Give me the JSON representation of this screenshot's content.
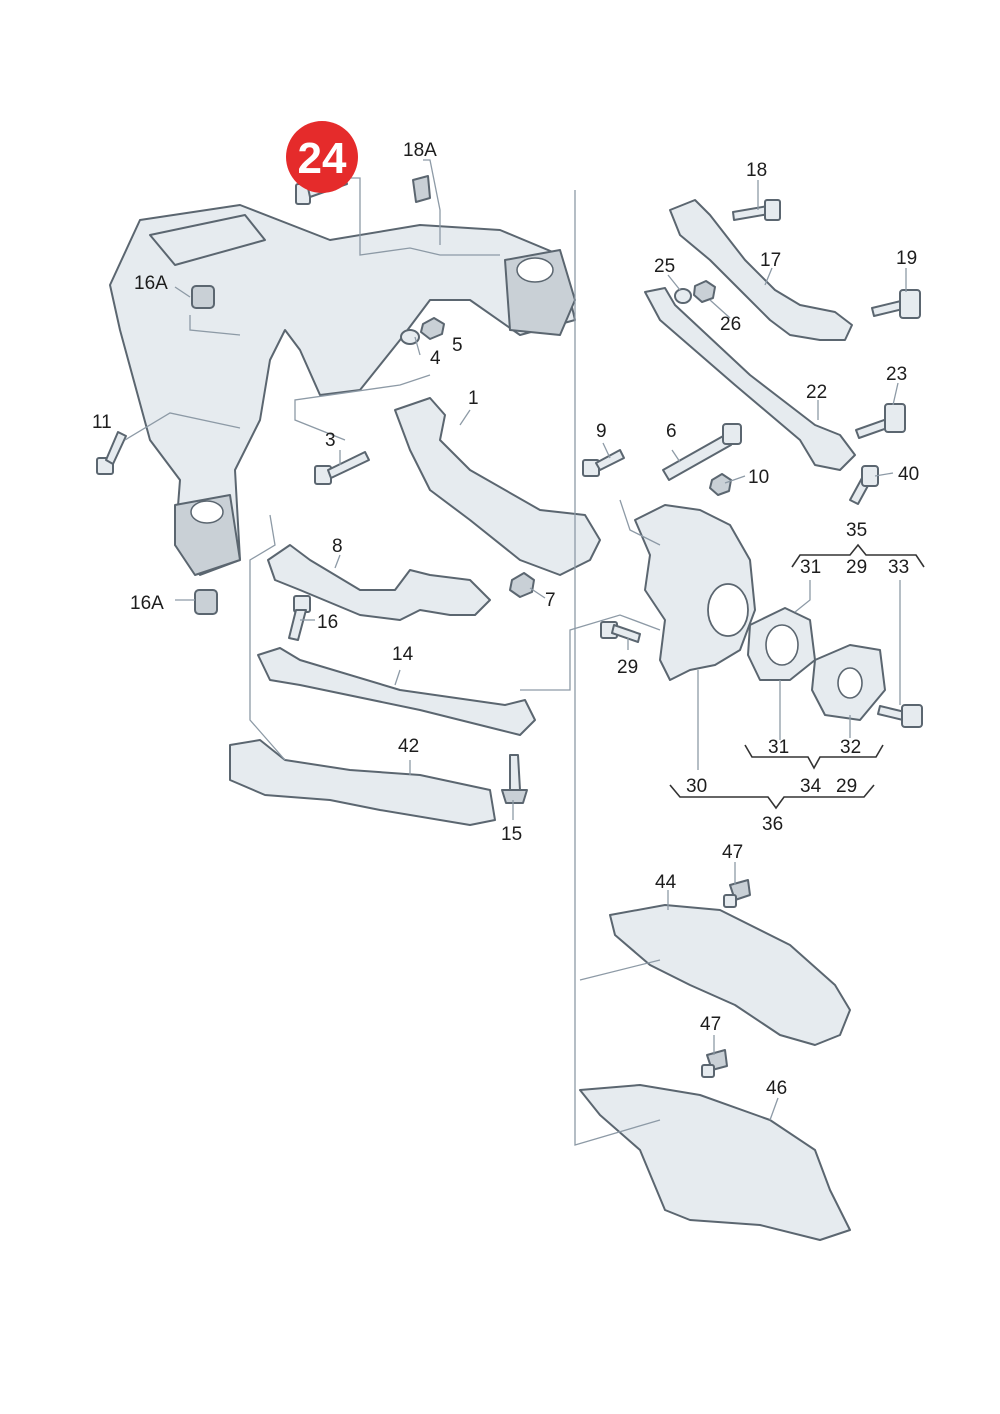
{
  "highlight": {
    "label": "24",
    "color": "#e52b2b"
  },
  "callouts": {
    "c18A": "18A",
    "c16A_top": "16A",
    "c16A_bottom": "16A",
    "c11": "11",
    "c3": "3",
    "c4": "4",
    "c5": "5",
    "c1": "1",
    "c9": "9",
    "c6": "6",
    "c10": "10",
    "c8": "8",
    "c7": "7",
    "c16": "16",
    "c14": "14",
    "c42": "42",
    "c15": "15",
    "c18": "18",
    "c17": "17",
    "c19": "19",
    "c25": "25",
    "c26": "26",
    "c22": "22",
    "c23": "23",
    "c40": "40",
    "c35": "35",
    "c31_top": "31",
    "c29_top": "29",
    "c33": "33",
    "c29_mid": "29",
    "c30": "30",
    "c31_bottom": "31",
    "c32": "32",
    "c34": "34",
    "c29_bottom": "29",
    "c36": "36",
    "c47_top": "47",
    "c44": "44",
    "c47_bottom": "47",
    "c46": "46"
  },
  "colors": {
    "part_fill": "#e6ebef",
    "part_stroke": "#5b6670",
    "leader": "#8d9aa6"
  }
}
